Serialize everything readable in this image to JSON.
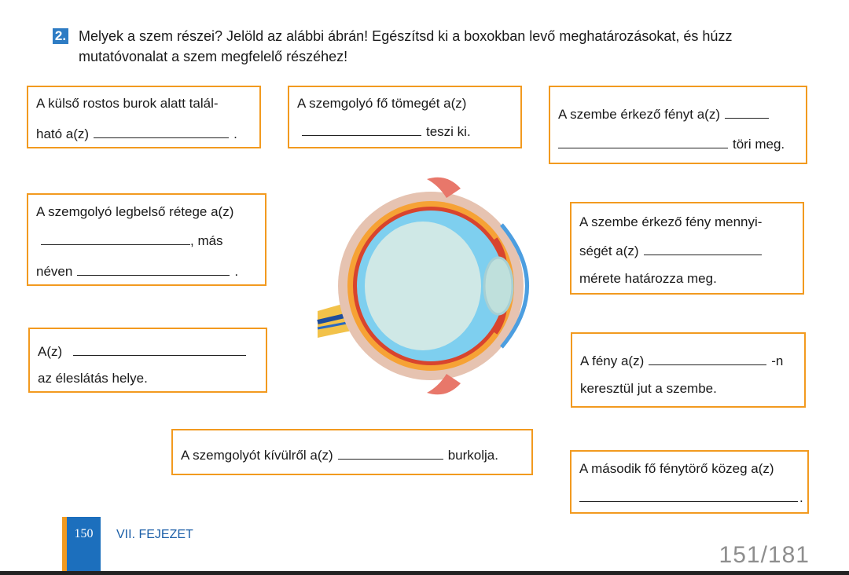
{
  "task": {
    "number": "2.",
    "text": "Melyek a szem részei? Jelöld az alábbi ábrán! Egészítsd ki a boxokban levő meghatározásokat, és húzz mutatóvonalat a szem megfelelő részéhez!"
  },
  "boxes": {
    "b1": {
      "l1": "A külső rostos burok alatt talál-",
      "l2a": "ható a(z)",
      "l2b": "."
    },
    "b2": {
      "l1": "A szemgolyó fő tömegét a(z)",
      "l2b": "teszi ki."
    },
    "b3": {
      "l1": "A szembe érkező fényt a(z)",
      "l2b": "töri meg."
    },
    "b4": {
      "l1": "A szemgolyó legbelső rétege a(z)",
      "l2b": ", más",
      "l3a": "néven",
      "l3b": "."
    },
    "b5": {
      "l1": "A szembe érkező fény mennyi-",
      "l2a": "ségét a(z)",
      "l3": "mérete határozza meg."
    },
    "b6": {
      "l1a": "A(z)",
      "l2": "az éleslátás helye."
    },
    "b7": {
      "l1a": "A fény a(z)",
      "l1b": "-n",
      "l2": "keresztül jut a szembe."
    },
    "b8": {
      "l1a": "A szemgolyót kívülről a(z)",
      "l1b": "burkolja."
    },
    "b9": {
      "l1": "A második fő fénytörő közeg a(z)",
      "l2b": "."
    }
  },
  "footer": {
    "page_number": "150",
    "chapter": "VII. FEJEZET",
    "page_counter": "151/181"
  },
  "colors": {
    "box_border": "#f29a1f",
    "accent_blue": "#1c6fbd"
  }
}
